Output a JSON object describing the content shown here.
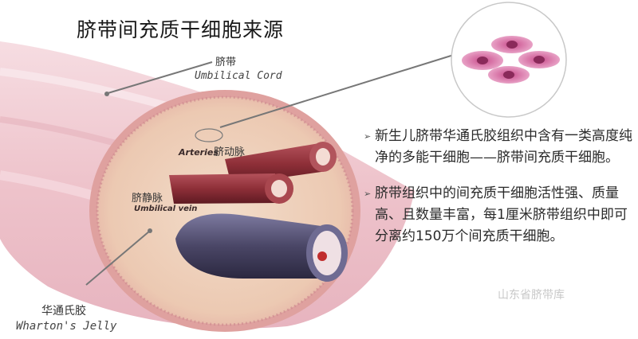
{
  "title": "脐带间充质干细胞来源",
  "labels": {
    "cord_zh": "脐带",
    "cord_en": "Umbilical Cord",
    "arteries_en": "Arteries",
    "arteries_zh": "脐动脉",
    "vein_zh": "脐静脉",
    "vein_en": "Umbilical vein",
    "jelly_zh": "华通氏胶",
    "jelly_en": "Wharton's Jelly"
  },
  "bullets": [
    {
      "marker": "➢",
      "text": "新生儿脐带华通氏胶组织中含有一类高度纯净的多能干细胞——脐带间充质干细胞。"
    },
    {
      "marker": "➢",
      "text": "脐带组织中的间充质干细胞活性强、质量高、且数量丰富，每1厘米脐带组织中即可分离约150万个间充质干细胞。"
    }
  ],
  "watermark": "山东省脐带库",
  "colors": {
    "cord_pink": "#f0cfd4",
    "artery_red": "#8e2f38",
    "vein_purple": "#4a4666",
    "cell_pink": "#d46aa0"
  }
}
